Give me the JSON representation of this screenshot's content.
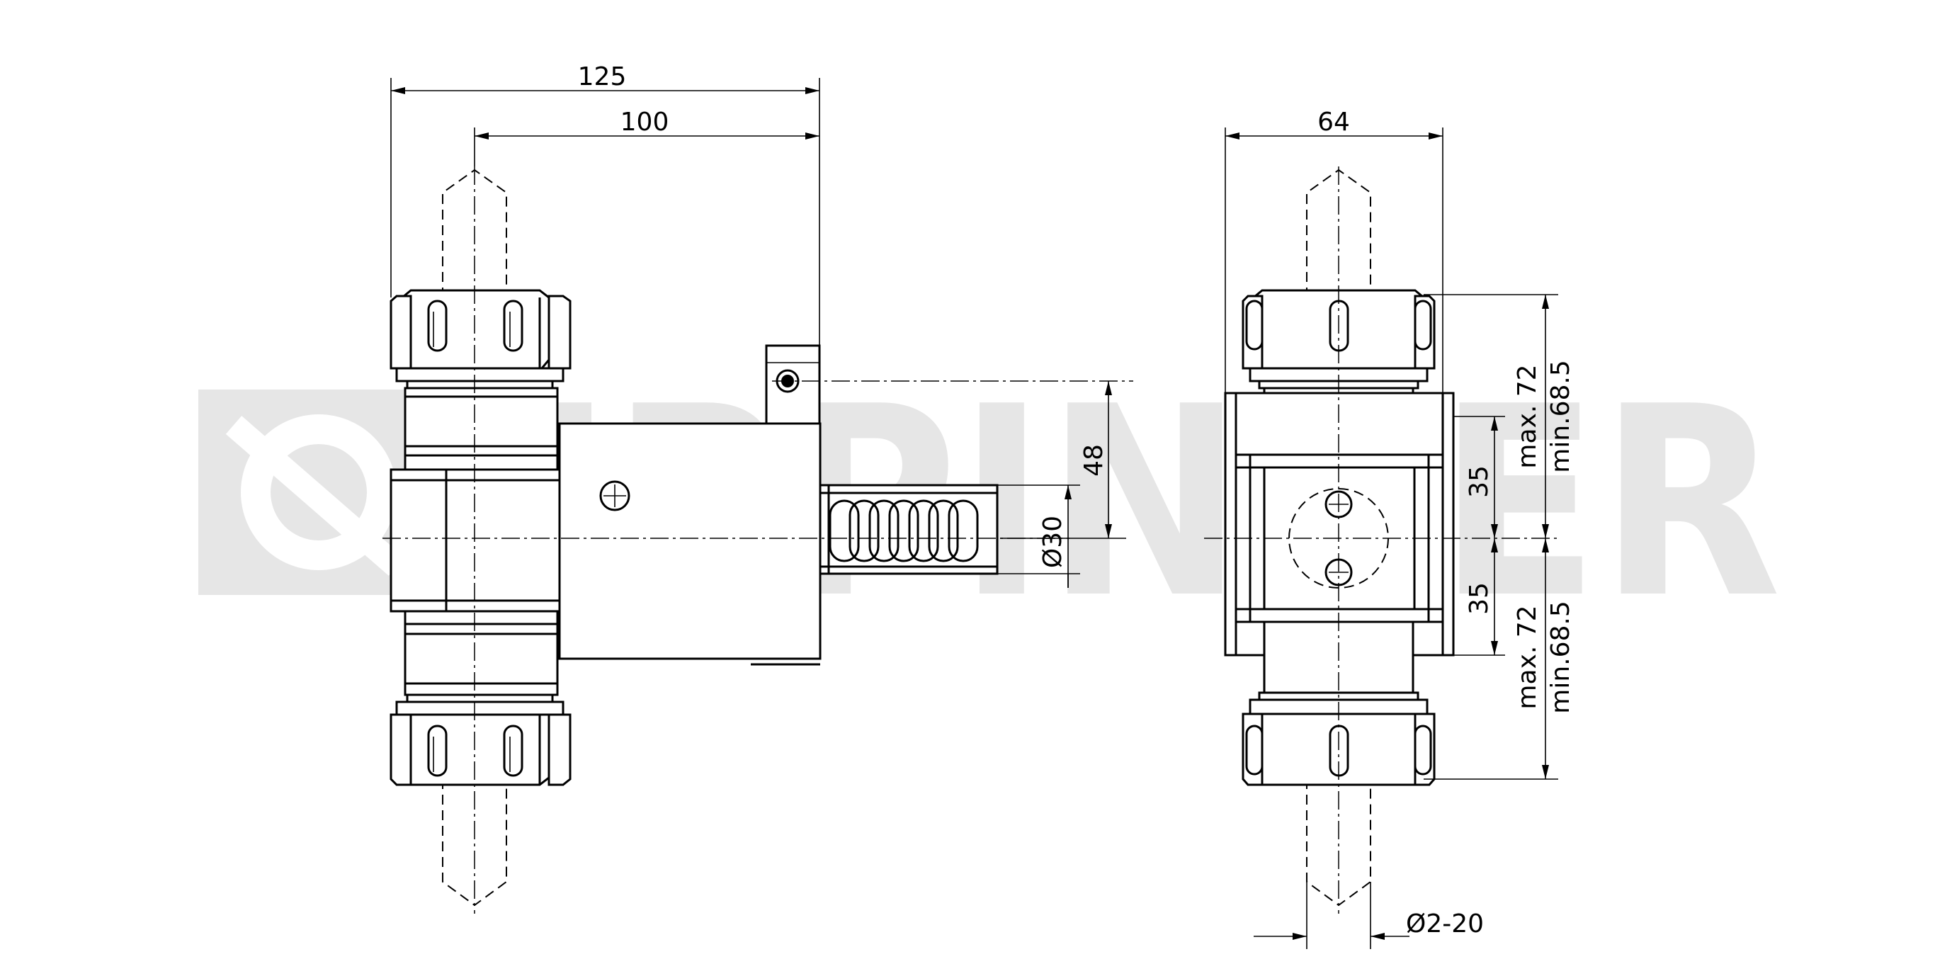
{
  "watermark": {
    "text": "EPPINGER",
    "color": "#e6e6e6"
  },
  "dimensions": {
    "overall_length": "125",
    "body_length": "100",
    "shaft_offset": "48",
    "shank_diameter": "Ø30",
    "width": "64",
    "upper_spacing": "35",
    "lower_spacing": "35",
    "upper_max": "max. 72",
    "upper_min": "min.68.5",
    "lower_max": "max. 72",
    "lower_min": "min.68.5",
    "clamping_range": "Ø2-20"
  }
}
